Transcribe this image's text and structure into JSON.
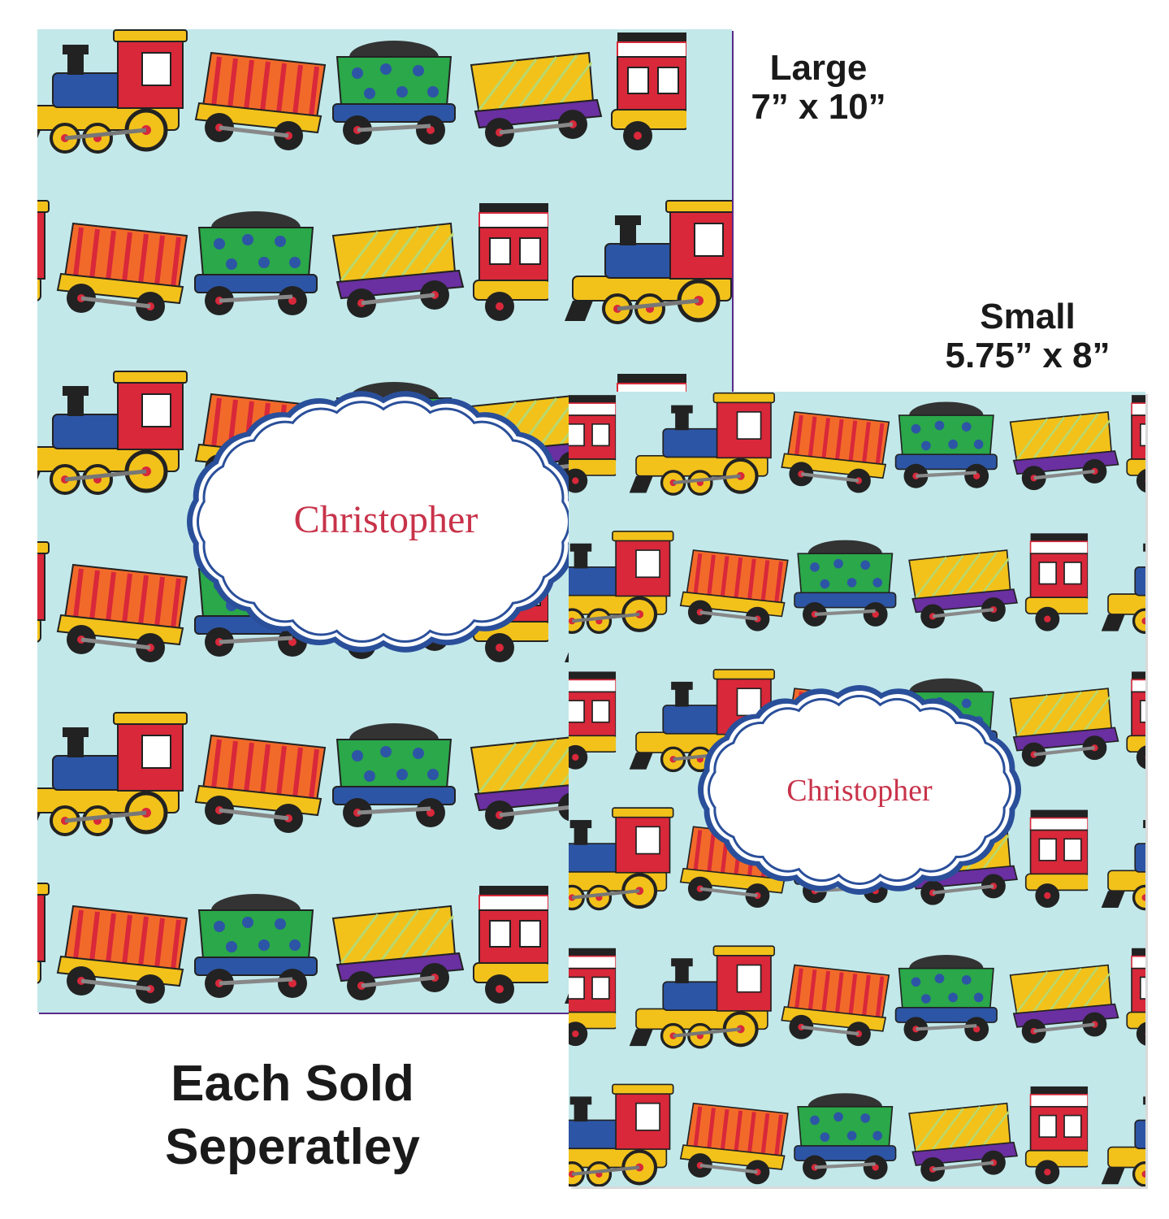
{
  "large_notebook": {
    "size_name": "Large",
    "dimensions": "7” x 10”",
    "personalized_name": "Christopher"
  },
  "small_notebook": {
    "size_name": "Small",
    "dimensions": "5.75” x 8”",
    "personalized_name": "Christopher"
  },
  "notice": {
    "line1": "Each Sold",
    "line2": "Seperatley"
  },
  "colors": {
    "background": "#c2e8ea",
    "label_border": "#2a4f9a",
    "name_text": "#c8334a"
  }
}
